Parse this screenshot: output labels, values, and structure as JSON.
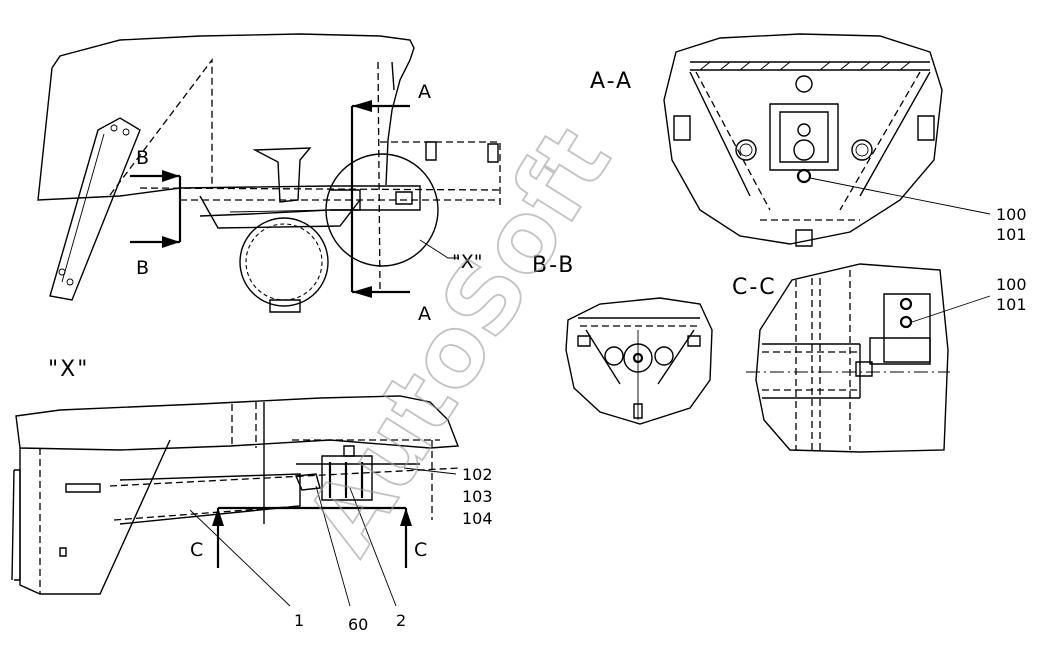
{
  "labels": {
    "section_a_top": "A",
    "section_a_bottom": "A",
    "section_b_top": "B",
    "section_b_bottom": "B",
    "view_x_callout": "\"X\"",
    "view_x_title": "\"X\"",
    "section_aa": "A-A",
    "section_bb": "B-B",
    "section_cc": "C-C",
    "section_c_left": "C",
    "section_c_right": "C"
  },
  "part_numbers": {
    "aa_upper": "100",
    "aa_lower": "101",
    "cc_upper": "100",
    "cc_lower": "101",
    "x_102": "102",
    "x_103": "103",
    "x_104": "104",
    "x_1": "1",
    "x_60": "60",
    "x_2": "2"
  },
  "watermark": "AutoSoft"
}
